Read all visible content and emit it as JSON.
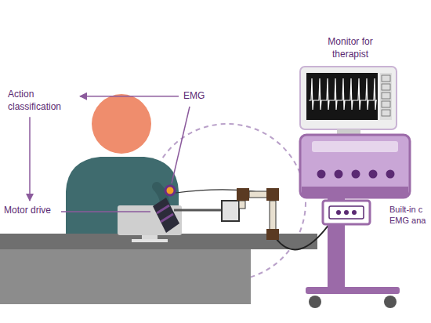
{
  "diagram": {
    "nodes": [
      {
        "text": [
          "Action classification"
        ]
      },
      {
        "text": [
          "EMG"
        ]
      },
      {
        "text": [
          "Motor drive"
        ]
      }
    ],
    "edges": [
      {
        "from": 1,
        "to": 0,
        "arrow": "to"
      },
      {
        "from": 0,
        "to": 2,
        "arrow": "to"
      }
    ],
    "labels": [
      "Monitor for therapist",
      "Built-in c EMG ana"
    ]
  }
}
